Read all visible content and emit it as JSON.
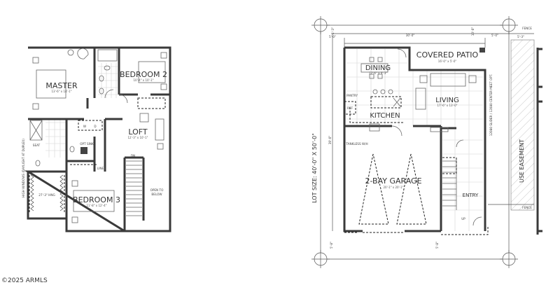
{
  "copyright": "©2025 ARMLS",
  "upper_floor": {
    "rooms": {
      "master": {
        "label": "MASTER",
        "dims": "13'-6\" x 14'-1\""
      },
      "bedroom2": {
        "label": "BEDROOM 2",
        "dims": "10'-4\" x 10'-1\""
      },
      "loft": {
        "label": "LOFT",
        "dims": "12'-3\" x 10'-1\""
      },
      "bedroom3": {
        "label": "BEDROOM 3",
        "dims": "11'-8\" x 12'-4\""
      }
    },
    "notes": {
      "washer": "W",
      "dryer": "D",
      "opt_sink": "OPT SINK",
      "linen": "LINEN",
      "seat": "SEAT",
      "closet": "27'-3\" HNG",
      "down": "DN",
      "open_to": "OPEN TO",
      "below": "BELOW",
      "high_windows": "HIGH WINDOWS (DAYLIGHT AT DUPLEX)"
    }
  },
  "main_floor": {
    "rooms": {
      "patio": {
        "label": "COVERED PATIO",
        "dims": "16'-0\" x 5'-0\""
      },
      "dining": {
        "label": "DINING",
        "dims": "12'-6\" x 9'-3\""
      },
      "living": {
        "label": "LIVING",
        "dims": "17'-6\" x 13'-0\""
      },
      "kitchen": {
        "label": "KITCHEN"
      },
      "garage": {
        "label": "2-BAY GARAGE",
        "dims": "20'-1\" x 20'-1\""
      },
      "entry": {
        "label": "ENTRY"
      }
    },
    "notes": {
      "pantry": "PANTRY",
      "ref": "REF",
      "water_heater": "TANKLESS W/H",
      "slider": "12080 SLIDER / 12080 CENTER MEET OPT.",
      "up": "UP",
      "easement": "USE EASEMENT",
      "lot_size": "LOT SIZE: 40'-0\" X 50'-0\"",
      "fence_top": "FENCE",
      "fence_side": "FENCE"
    },
    "dimensions": {
      "left_setback": "5'-0\"",
      "width": "30'-0\"",
      "rear_setback": "10'-0\"",
      "right_setback": "5'-0\"",
      "easement_width": "5'-3\"",
      "top_left": "5'-3\"",
      "depth": "39'-0\"",
      "front_left": "5'-8\"",
      "front_right": "5'-8\""
    }
  }
}
